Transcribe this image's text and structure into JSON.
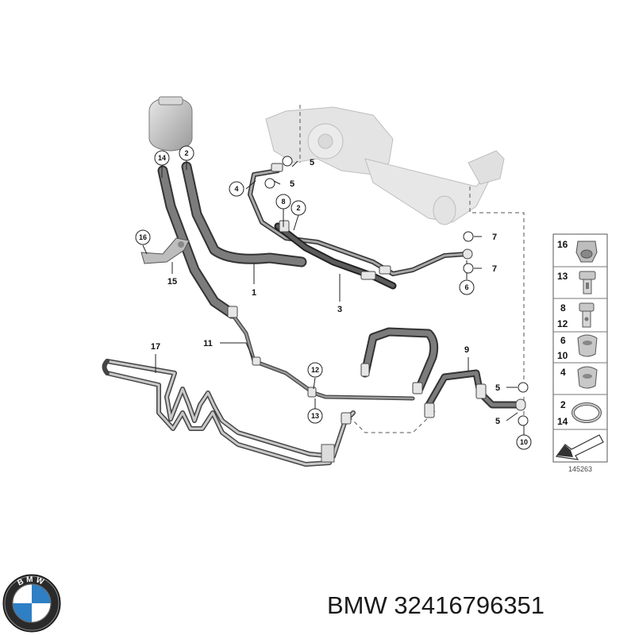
{
  "diagram": {
    "callouts": [
      "1",
      "2",
      "3",
      "4",
      "5",
      "6",
      "7",
      "8",
      "9",
      "10",
      "11",
      "12",
      "13",
      "14",
      "15",
      "16",
      "17"
    ],
    "figure_number": "145263",
    "legend": [
      {
        "numbers": [
          "16"
        ],
        "part": "nut"
      },
      {
        "numbers": [
          "13"
        ],
        "part": "hollow-bolt"
      },
      {
        "numbers": [
          "8",
          "12"
        ],
        "part": "banjo-bolt"
      },
      {
        "numbers": [
          "6",
          "10"
        ],
        "part": "banjo-fitting"
      },
      {
        "numbers": [
          "4"
        ],
        "part": "banjo-fitting-small"
      },
      {
        "numbers": [
          "2",
          "14"
        ],
        "part": "hose-clamp"
      },
      {
        "numbers": [],
        "part": "direction-arrow"
      }
    ]
  },
  "caption": {
    "brand": "BMW",
    "part_number": "32416796351"
  },
  "logo": {
    "text": "BMW",
    "colors": {
      "ring": "#1a1a1a",
      "blue": "#2f7fc4",
      "white": "#ffffff"
    }
  }
}
